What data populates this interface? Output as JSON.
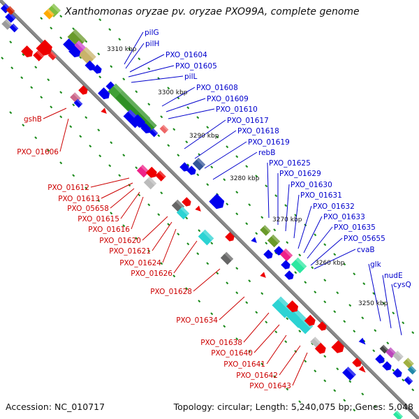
{
  "title": "Xanthomonas oryzae pv. oryzae PXO99A, complete genome",
  "footer": {
    "accession": "Accession: NC_010717",
    "summary": "Topology: circular; Length: 5,240,075 bp; Genes: 5,048"
  },
  "colors": {
    "forward_label": "#0000cc",
    "reverse_label": "#cc0000",
    "backbone": "#888888",
    "tick": "#1a8a1a",
    "forward_gene": "#0000ee",
    "reverse_gene": "#ee0000",
    "green_block": "#3fa035",
    "cyan_block": "#2cd3d3"
  },
  "ruler_labels": [
    "3310 kbp",
    "3300 kbp",
    "3290 kbp",
    "3280 kbp",
    "3270 kbp",
    "3260 kbp",
    "3250 kbp"
  ],
  "forward_labels": [
    "pilG",
    "pilH",
    "PXO_01604",
    "PXO_01605",
    "pilL",
    "PXO_01608",
    "PXO_01609",
    "PXO_01610",
    "PXO_01617",
    "PXO_01618",
    "PXO_01619",
    "rebB",
    "PXO_01625",
    "PXO_01629",
    "PXO_01630",
    "PXO_01631",
    "PXO_01632",
    "PXO_01633",
    "PXO_01635",
    "PXO_05655",
    "cvaB",
    "glk",
    "nudE",
    "cysQ"
  ],
  "reverse_labels": [
    "gshB",
    "PXO_01606",
    "PXO_01612",
    "PXO_01613",
    "PXO_05658",
    "PXO_01615",
    "PXO_01616",
    "PXO_01620",
    "PXO_01621",
    "PXO_01624",
    "PXO_01626",
    "PXO_01628",
    "PXO_01634",
    "PXO_01638",
    "PXO_01640",
    "PXO_01641",
    "PXO_01642",
    "PXO_01643"
  ]
}
